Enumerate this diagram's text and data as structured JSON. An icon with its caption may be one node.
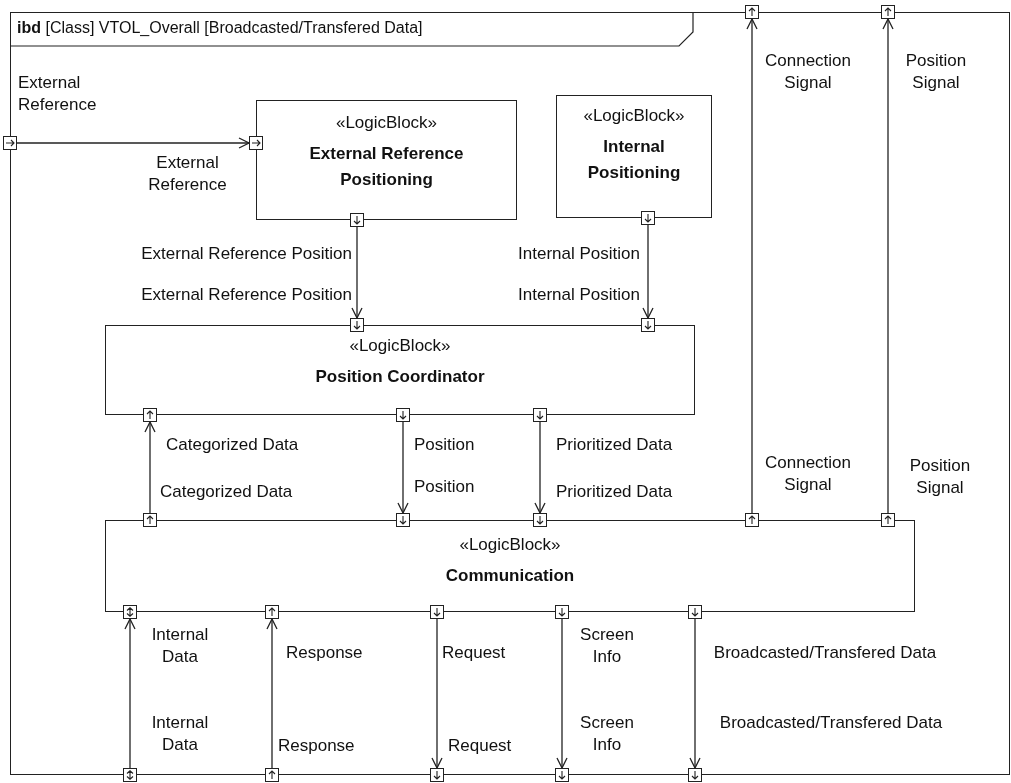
{
  "diagram": {
    "nodes": [
      {
        "text": [
          "**ibd** [Class] VTOL_Overall [Broadcasted/Transfered Data]"
        ]
      },
      {
        "text": [
          "«LogicBlock»",
          "External Reference Positioning"
        ],
        "in": 0
      },
      {
        "text": [
          "«LogicBlock»",
          "Internal Positioning"
        ],
        "in": 0
      },
      {
        "text": [
          "«LogicBlock»",
          "Position Coordinator"
        ],
        "in": 0
      },
      {
        "text": [
          "«LogicBlock»",
          "Communication"
        ],
        "in": 0
      },
      {
        "text": [],
        "shape": "box",
        "beside": [
          "External Reference"
        ]
      },
      {
        "text": [],
        "shape": "box",
        "beside": [
          "Connection Signal"
        ]
      },
      {
        "text": [],
        "shape": "box",
        "beside": [
          "Position Signal"
        ]
      },
      {
        "text": [],
        "shape": "box",
        "beside": [
          "Internal Data"
        ]
      },
      {
        "text": [],
        "shape": "box",
        "beside": [
          "Response"
        ]
      },
      {
        "text": [],
        "shape": "box",
        "beside": [
          "Request"
        ]
      },
      {
        "text": [],
        "shape": "box",
        "beside": [
          "Screen Info"
        ]
      },
      {
        "text": [],
        "shape": "box",
        "beside": [
          "Broadcasted/Transfered Data"
        ]
      },
      {
        "text": [],
        "shape": "box",
        "beside": [
          "External Reference"
        ],
        "in": 0
      },
      {
        "text": [],
        "shape": "box",
        "beside": [
          "External Reference Position"
        ],
        "in": 0
      },
      {
        "text": [],
        "shape": "box",
        "beside": [
          "Internal Position"
        ],
        "in": 0
      },
      {
        "text": [],
        "shape": "box",
        "beside": [
          "External Reference Position"
        ],
        "in": 0
      },
      {
        "text": [],
        "shape": "box",
        "beside": [
          "Internal Position"
        ],
        "in": 0
      },
      {
        "text": [],
        "shape": "box",
        "beside": [
          "Categorized Data"
        ],
        "in": 0
      },
      {
        "text": [],
        "shape": "box",
        "beside": [
          "Position"
        ],
        "in": 0
      },
      {
        "text": [],
        "shape": "box",
        "beside": [
          "Prioritized Data"
        ],
        "in": 0
      },
      {
        "text": [],
        "shape": "box",
        "beside": [
          "Categorized Data"
        ],
        "in": 0
      },
      {
        "text": [],
        "shape": "box",
        "beside": [
          "Position"
        ],
        "in": 0
      },
      {
        "text": [],
        "shape": "box",
        "beside": [
          "Prioritized Data"
        ],
        "in": 0
      },
      {
        "text": [],
        "shape": "box",
        "beside": [
          "Connection Signal"
        ],
        "in": 0
      },
      {
        "text": [],
        "shape": "box",
        "beside": [
          "Position Signal"
        ],
        "in": 0
      },
      {
        "text": [],
        "shape": "box",
        "beside": [
          "Internal Data"
        ],
        "in": 0
      },
      {
        "text": [],
        "shape": "box",
        "beside": [
          "Response"
        ],
        "in": 0
      },
      {
        "text": [],
        "shape": "box",
        "beside": [
          "Request"
        ],
        "in": 0
      },
      {
        "text": [],
        "shape": "box",
        "beside": [
          "Screen Info"
        ],
        "in": 0
      },
      {
        "text": [],
        "shape": "box",
        "beside": [
          "Broadcasted/Transfered Data"
        ],
        "in": 0
      }
    ],
    "edges": [
      {
        "from": 5,
        "to": 13,
        "arrow": "to"
      },
      {
        "from": 14,
        "to": 16,
        "arrow": "to"
      },
      {
        "from": 15,
        "to": 17,
        "arrow": "to"
      },
      {
        "from": 21,
        "to": 18,
        "arrow": "to"
      },
      {
        "from": 19,
        "to": 22,
        "arrow": "to"
      },
      {
        "from": 20,
        "to": 23,
        "arrow": "to"
      },
      {
        "from": 24,
        "to": 6,
        "arrow": "to"
      },
      {
        "from": 25,
        "to": 7,
        "arrow": "to"
      },
      {
        "from": 8,
        "to": 26,
        "arrow": "to"
      },
      {
        "from": 9,
        "to": 27,
        "arrow": "to"
      },
      {
        "from": 28,
        "to": 10,
        "arrow": "to"
      },
      {
        "from": 29,
        "to": 11,
        "arrow": "to"
      },
      {
        "from": 30,
        "to": 12,
        "arrow": "to"
      }
    ]
  }
}
